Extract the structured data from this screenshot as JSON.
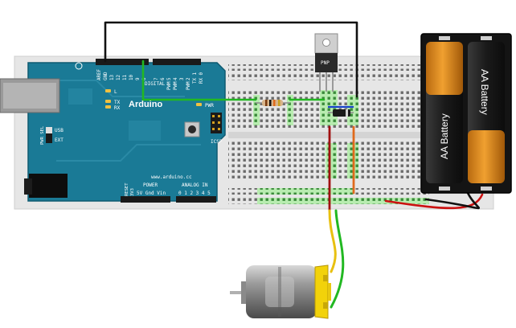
{
  "arduino": {
    "logo": "Arduino",
    "url": "www.arduino.cc",
    "left_pin_labels": [
      "AREF",
      "GND",
      "13",
      "12",
      "11",
      "10",
      "9",
      "8"
    ],
    "right_pin_labels": [
      "7",
      "6",
      "5",
      "4",
      "3",
      "2",
      "TX 1",
      "RX 0"
    ],
    "digital_label": "DIGITAL",
    "pwm_labels": [
      "PWM",
      "PWM",
      "PWM"
    ],
    "led_l": "L",
    "led_tx": "TX",
    "led_rx": "RX",
    "pwr_label": "PWR",
    "pwr_sel": "PWR SEL",
    "usb_label": "USB",
    "ext_label": "EXT",
    "icsp_label": "ICSP",
    "reset_label": "RESET",
    "v33_label": "3V3",
    "power_label": "POWER",
    "power_pins": "5V Gnd Vin",
    "analog_label": "ANALOG IN",
    "analog_pins": "0 1 2 3 4 5"
  },
  "transistor": {
    "label": "PNP"
  },
  "battery": {
    "cell_label": "AA Battery"
  },
  "colors": {
    "arduino_blue": "#1a7a96",
    "breadboard": "#e8e8e8",
    "wire_green": "#22b822",
    "wire_black": "#111111",
    "wire_orange": "#e06a1c",
    "wire_red": "#cc1111",
    "wire_yellow": "#e8c010",
    "motor_yellow": "#f2d20a"
  }
}
